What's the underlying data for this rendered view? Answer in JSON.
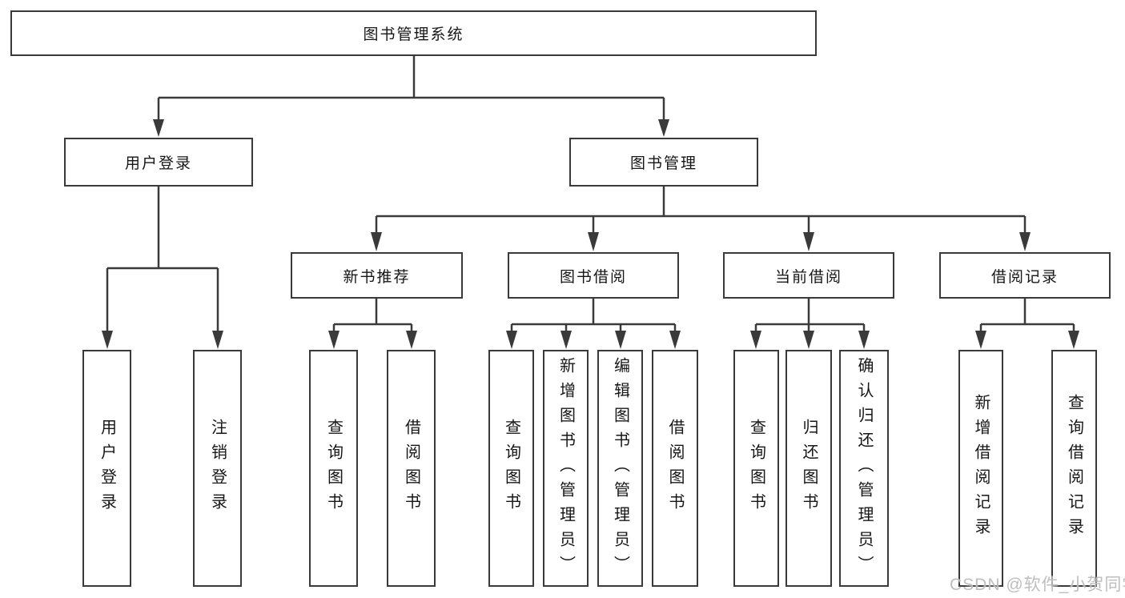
{
  "diagram": {
    "title": "图书管理系统",
    "root": {
      "label": "图书管理系统"
    },
    "branches": [
      {
        "label": "用户登录",
        "children": [
          {
            "label": "用户登录"
          },
          {
            "label": "注销登录"
          }
        ]
      },
      {
        "label": "图书管理",
        "children": [
          {
            "label": "新书推荐",
            "children": [
              {
                "label": "查询图书"
              },
              {
                "label": "借阅图书"
              }
            ]
          },
          {
            "label": "图书借阅",
            "children": [
              {
                "label": "查询图书"
              },
              {
                "label": "新增图书（管理员）"
              },
              {
                "label": "编辑图书（管理员）"
              },
              {
                "label": "借阅图书"
              }
            ]
          },
          {
            "label": "当前借阅",
            "children": [
              {
                "label": "查询图书"
              },
              {
                "label": "归还图书"
              },
              {
                "label": "确认归还（管理员）"
              }
            ]
          },
          {
            "label": "借阅记录",
            "children": [
              {
                "label": "新增借阅记录"
              },
              {
                "label": "查询借阅记录"
              }
            ]
          }
        ]
      }
    ],
    "colors": {
      "line": "#3a3a3a",
      "box_border": "#3a3a3a",
      "text": "#161616",
      "background": "#ffffff",
      "watermark": "#b9b8b8"
    }
  },
  "watermark": {
    "text": "CSDN @软件_小贺同学"
  }
}
